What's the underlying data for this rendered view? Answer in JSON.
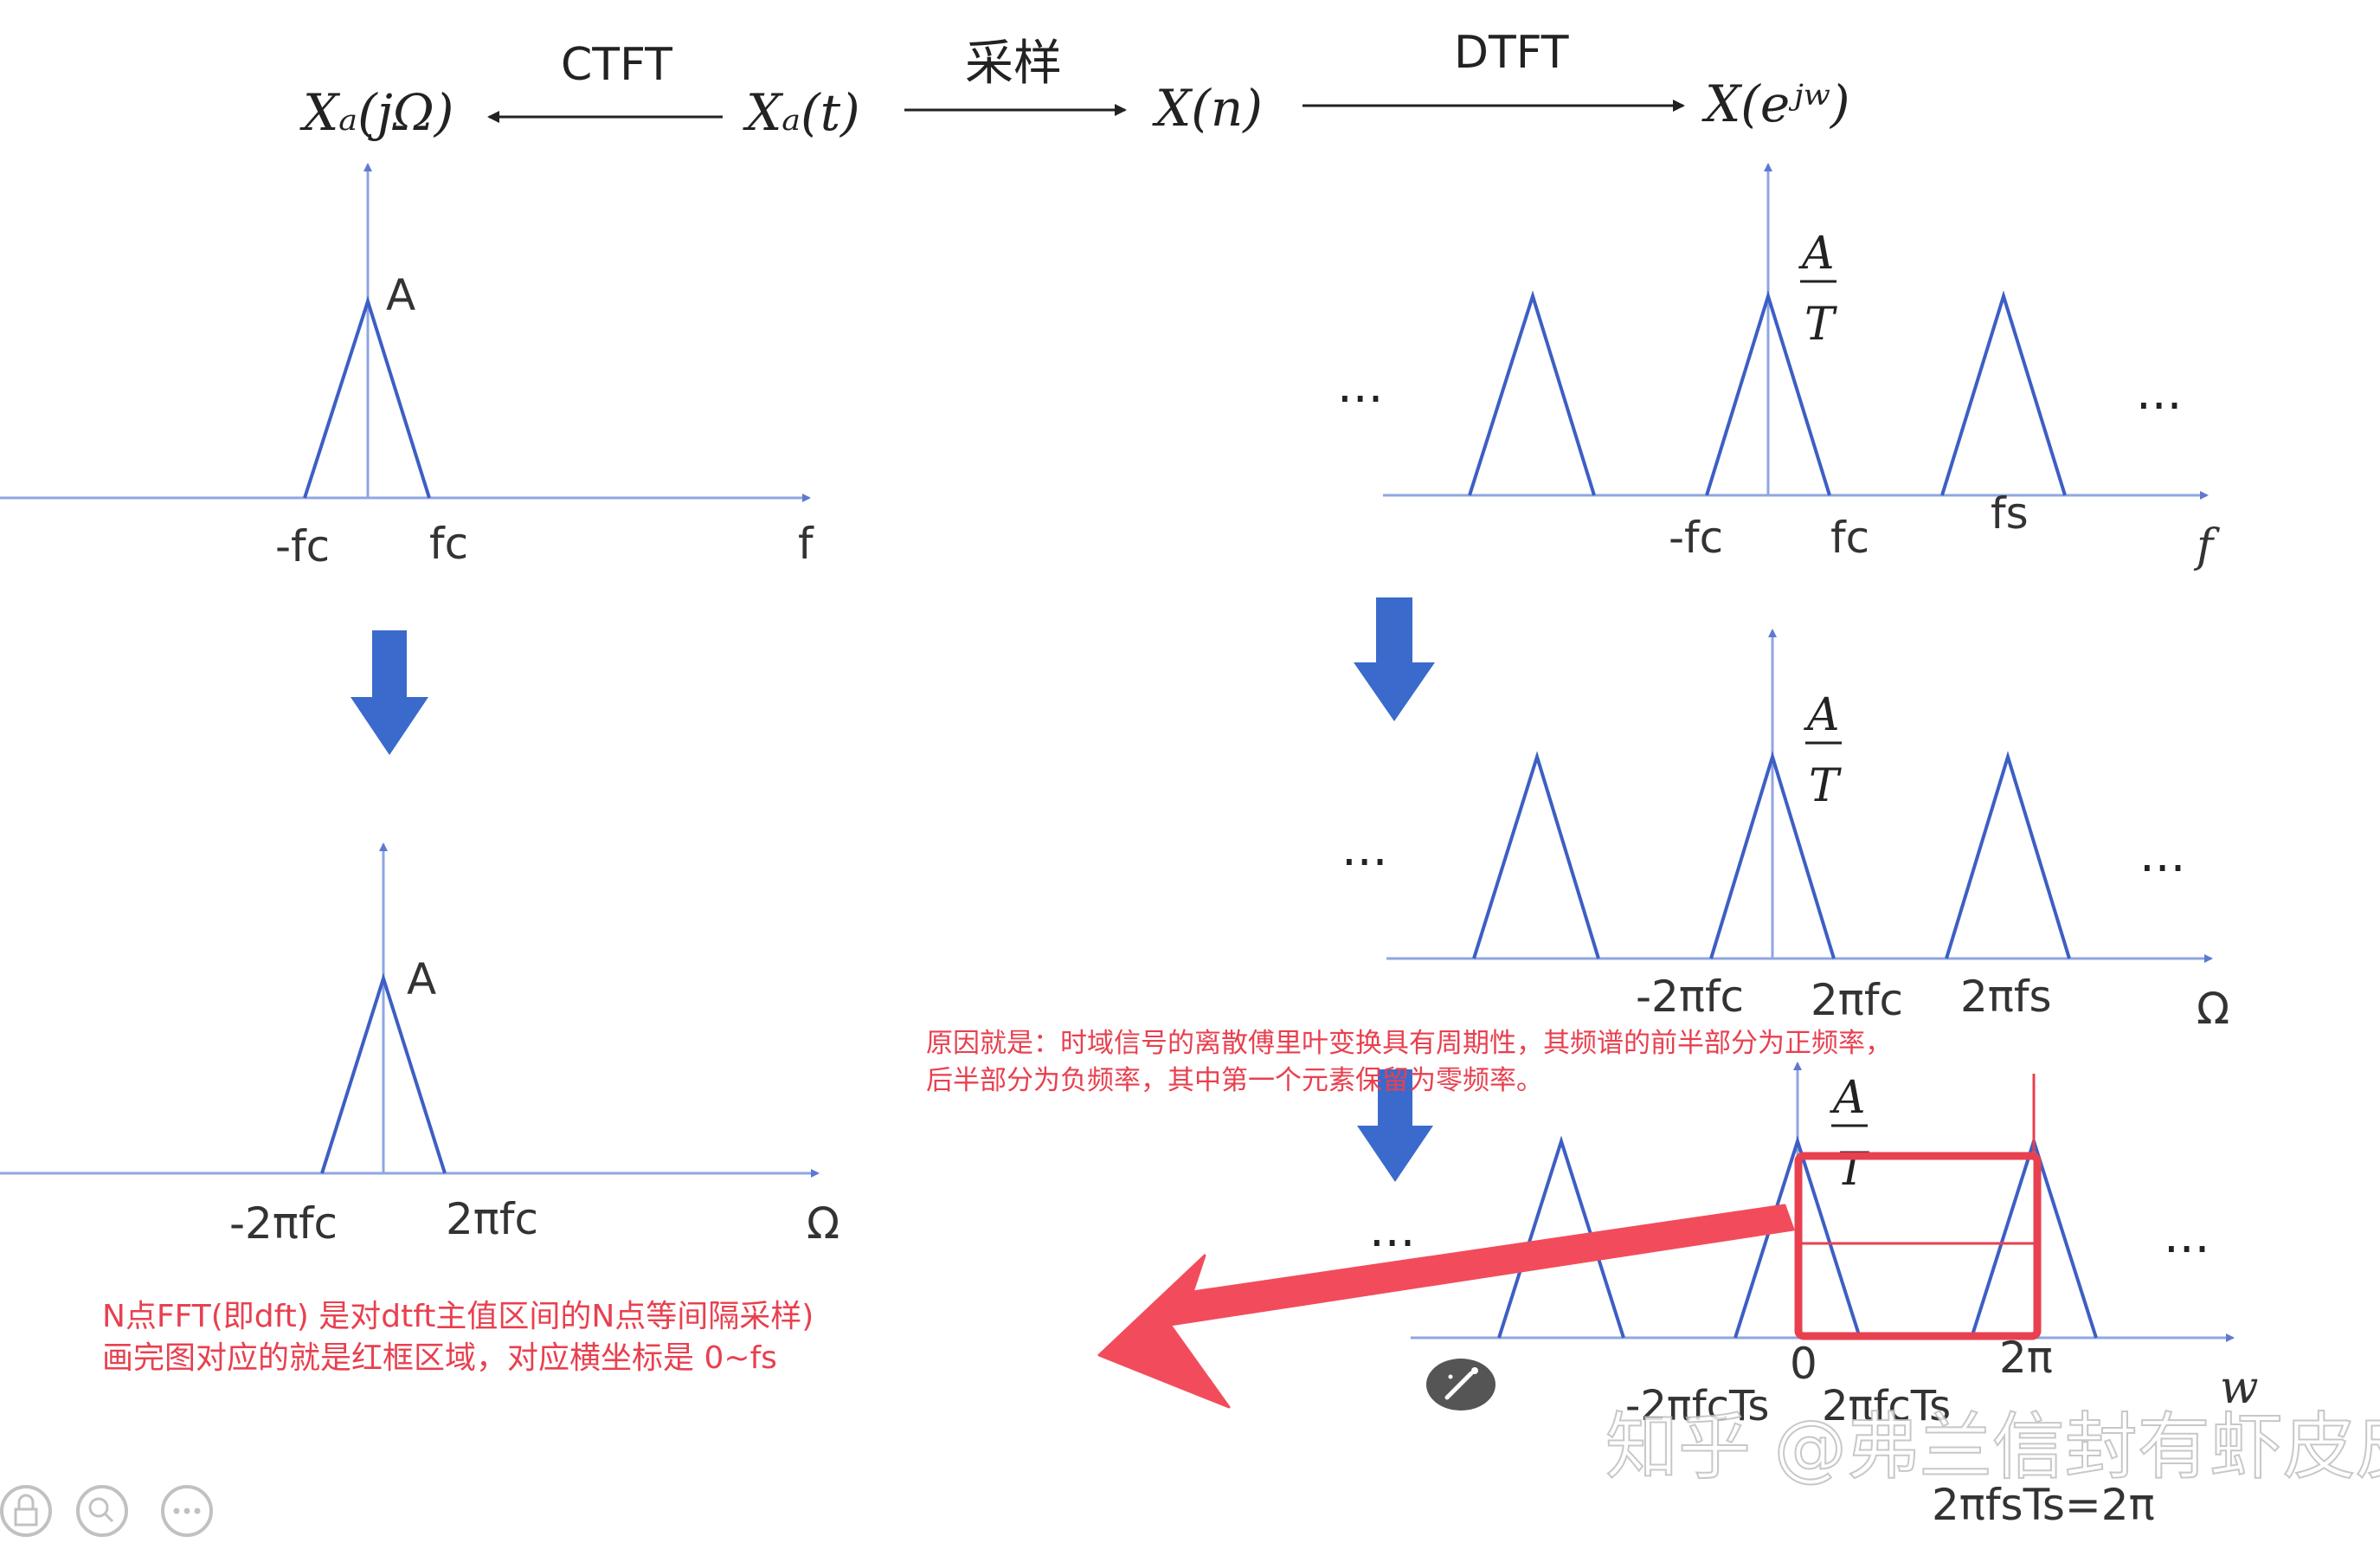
{
  "header": {
    "xa_jomega": "Xₐ(jΩ)",
    "ctft": "CTFT",
    "xa_t": "Xₐ(t)",
    "sampling": "采样",
    "x_n": "X(n)",
    "dtft": "DTFT",
    "x_ejw": "X(eʲʷ)"
  },
  "panel_tl": {
    "peak": "A",
    "neg": "-fc",
    "pos": "fc",
    "axis": "f"
  },
  "panel_bl": {
    "peak": "A",
    "neg": "-2πfc",
    "pos": "2πfc",
    "axis": "Ω"
  },
  "panel_tr": {
    "amp_num": "A",
    "amp_den": "T",
    "dots": "···",
    "neg": "-fc",
    "pos": "fc",
    "fs": "fs",
    "axis": "f"
  },
  "panel_mr": {
    "amp_num": "A",
    "amp_den": "T",
    "dots": "···",
    "neg": "-2πfc",
    "pos": "2πfc",
    "fs": "2πfs",
    "axis": "Ω"
  },
  "panel_br": {
    "amp_num": "A",
    "amp_den": "T",
    "dots": "···",
    "zero": "0",
    "two_pi": "2π",
    "axis": "w",
    "neg": "-2πfcTs",
    "pos": "2πfcTs",
    "fsts": "2πfsTs=2π"
  },
  "annotations": {
    "reason_line1": "原因就是：时域信号的离散傅里叶变换具有周期性，其频谱的前半部分为正频率，",
    "reason_line2": "后半部分为负频率，其中第一个元素保留为零频率。",
    "nfft_line1": "N点FFT(即dft) 是对dtft主值区间的N点等间隔采样)",
    "nfft_line2": "画完图对应的就是红框区域，对应横坐标是 0~fs"
  },
  "watermark": "知乎 @弗兰信封有虾皮皮",
  "colors": {
    "blue": "#3d5fc4",
    "light_blue": "#8fa6e2",
    "red": "#e8404f",
    "text": "#2a2a2a"
  },
  "icons": [
    "magic-wand-icon",
    "lock-icon",
    "zoom-icon",
    "more-icon"
  ]
}
